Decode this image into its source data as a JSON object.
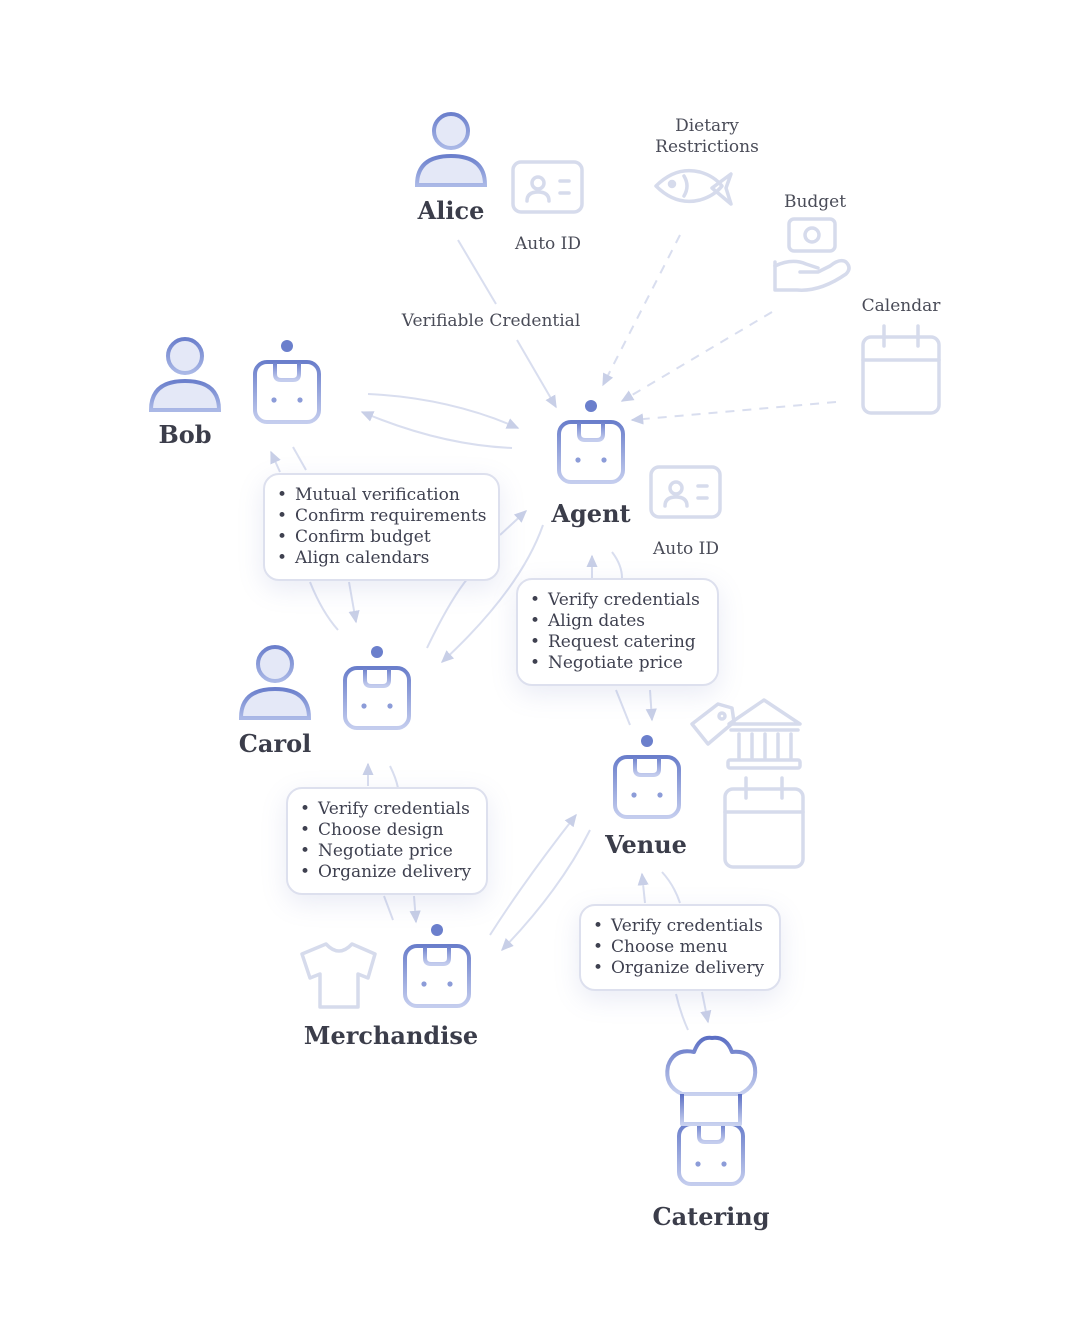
{
  "nodes": {
    "alice": "Alice",
    "bob": "Bob",
    "carol": "Carol",
    "agent": "Agent",
    "venue": "Venue",
    "merchandise": "Merchandise",
    "catering": "Catering"
  },
  "labels": {
    "auto_id_alice": "Auto ID",
    "auto_id_agent": "Auto ID",
    "dietary": "Dietary Restrictions",
    "budget": "Budget",
    "calendar": "Calendar",
    "verifiable_credential": "Verifiable Credential"
  },
  "tasks": {
    "bob_agent": [
      "Mutual verification",
      "Confirm requirements",
      "Confirm budget",
      "Align calendars"
    ],
    "agent_venue": [
      "Verify credentials",
      "Align dates",
      "Request catering",
      "Negotiate price"
    ],
    "carol_merch": [
      "Verify credentials",
      "Choose design",
      "Negotiate price",
      "Organize delivery"
    ],
    "venue_catering": [
      "Verify credentials",
      "Choose menu",
      "Organize delivery"
    ]
  },
  "icons": {
    "person": "person-icon",
    "robot": "robot-icon",
    "id_card": "id-card-icon",
    "fish": "fish-icon",
    "money": "money-hand-icon",
    "calendar": "calendar-icon",
    "bank": "bank-icon",
    "shirt": "tshirt-icon",
    "chef": "chef-hat-icon"
  },
  "colors": {
    "accent": "#6b7fcc",
    "accent_light": "#e3e8f7",
    "faded": "#d6dbec",
    "text": "#3f4150"
  }
}
